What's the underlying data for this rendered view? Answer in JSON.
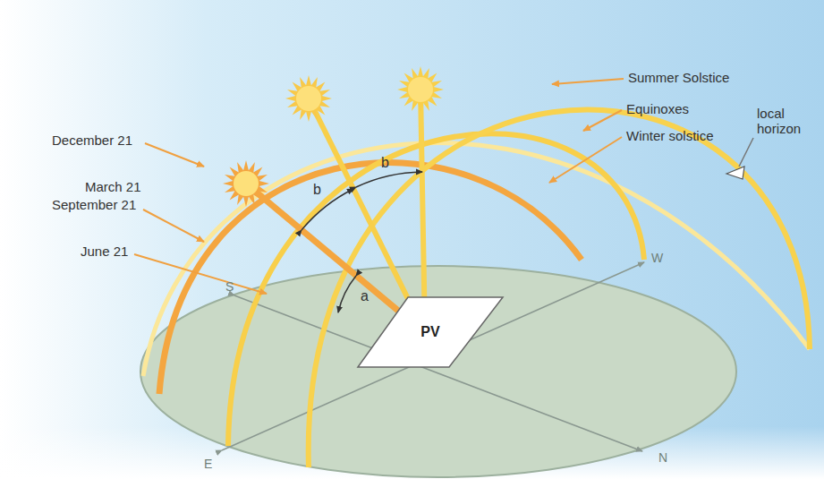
{
  "diagram": {
    "nodes": [
      {
        "text": [
          "PV"
        ]
      }
    ],
    "labels": [
      "Summer Solstice",
      "Equinoxes",
      "Winter solstice",
      "local horizon",
      "December 21",
      "March 21",
      "September 21",
      "June 21",
      "S",
      "W",
      "E",
      "N",
      "b",
      "b",
      "a"
    ]
  }
}
